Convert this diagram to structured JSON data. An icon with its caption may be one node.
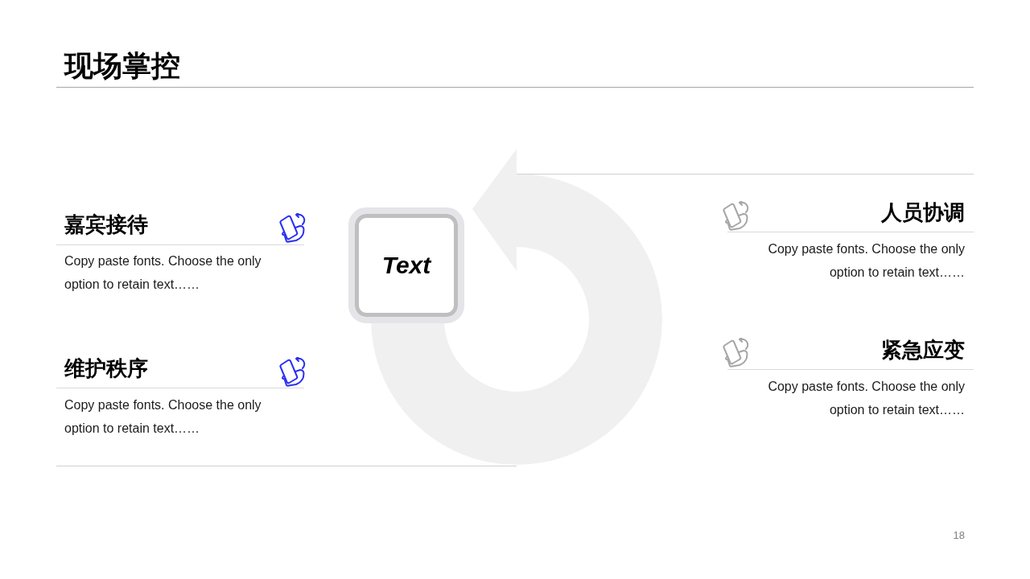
{
  "diagram": {
    "title": "现场掌控",
    "nodes": [
      {
        "text": [
          "Text"
        ]
      }
    ],
    "labels": [
      "嘉宾接待",
      "Copy paste fonts. Choose the only option to retain text……",
      "人员协调",
      "Copy paste fonts. Choose the only option to retain text……",
      "维护秩序",
      "Copy paste fonts. Choose the only option to retain text……",
      "紧急应变",
      "Copy paste fonts. Choose the only option to retain text……",
      "18"
    ]
  }
}
